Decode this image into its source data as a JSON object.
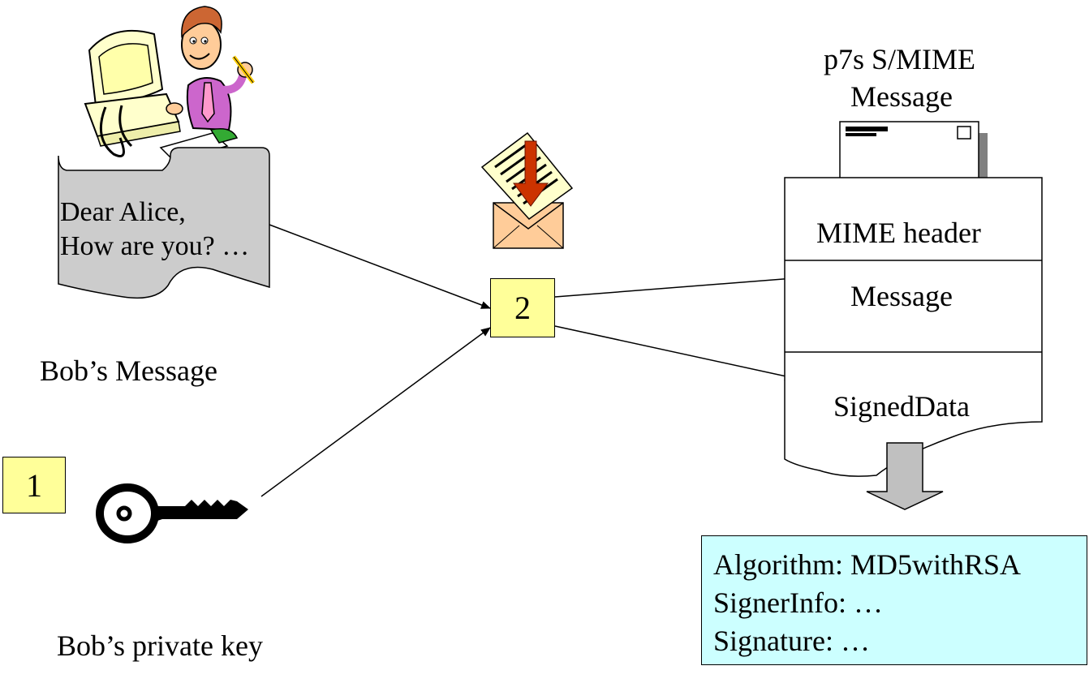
{
  "message": {
    "lines": [
      "Dear Alice,",
      "How are you? …"
    ],
    "caption": "Bob’s Message"
  },
  "key": {
    "caption": "Bob’s private key"
  },
  "steps": {
    "one": "1",
    "two": "2"
  },
  "smime": {
    "title_lines": [
      "p7s S/MIME",
      "Message"
    ],
    "sections": [
      "MIME header",
      "Message",
      "SignedData"
    ]
  },
  "signed_info": {
    "lines": [
      "Algorithm: MD5withRSA",
      "SignerInfo: …",
      "Signature: …"
    ]
  },
  "colors": {
    "step_box": "#ffff99",
    "info_box": "#ccffff",
    "document": "#cccccc",
    "down_arrow": "#c0c0c0",
    "envelope": "#ffcc99",
    "red_arrow": "#cc3300"
  }
}
